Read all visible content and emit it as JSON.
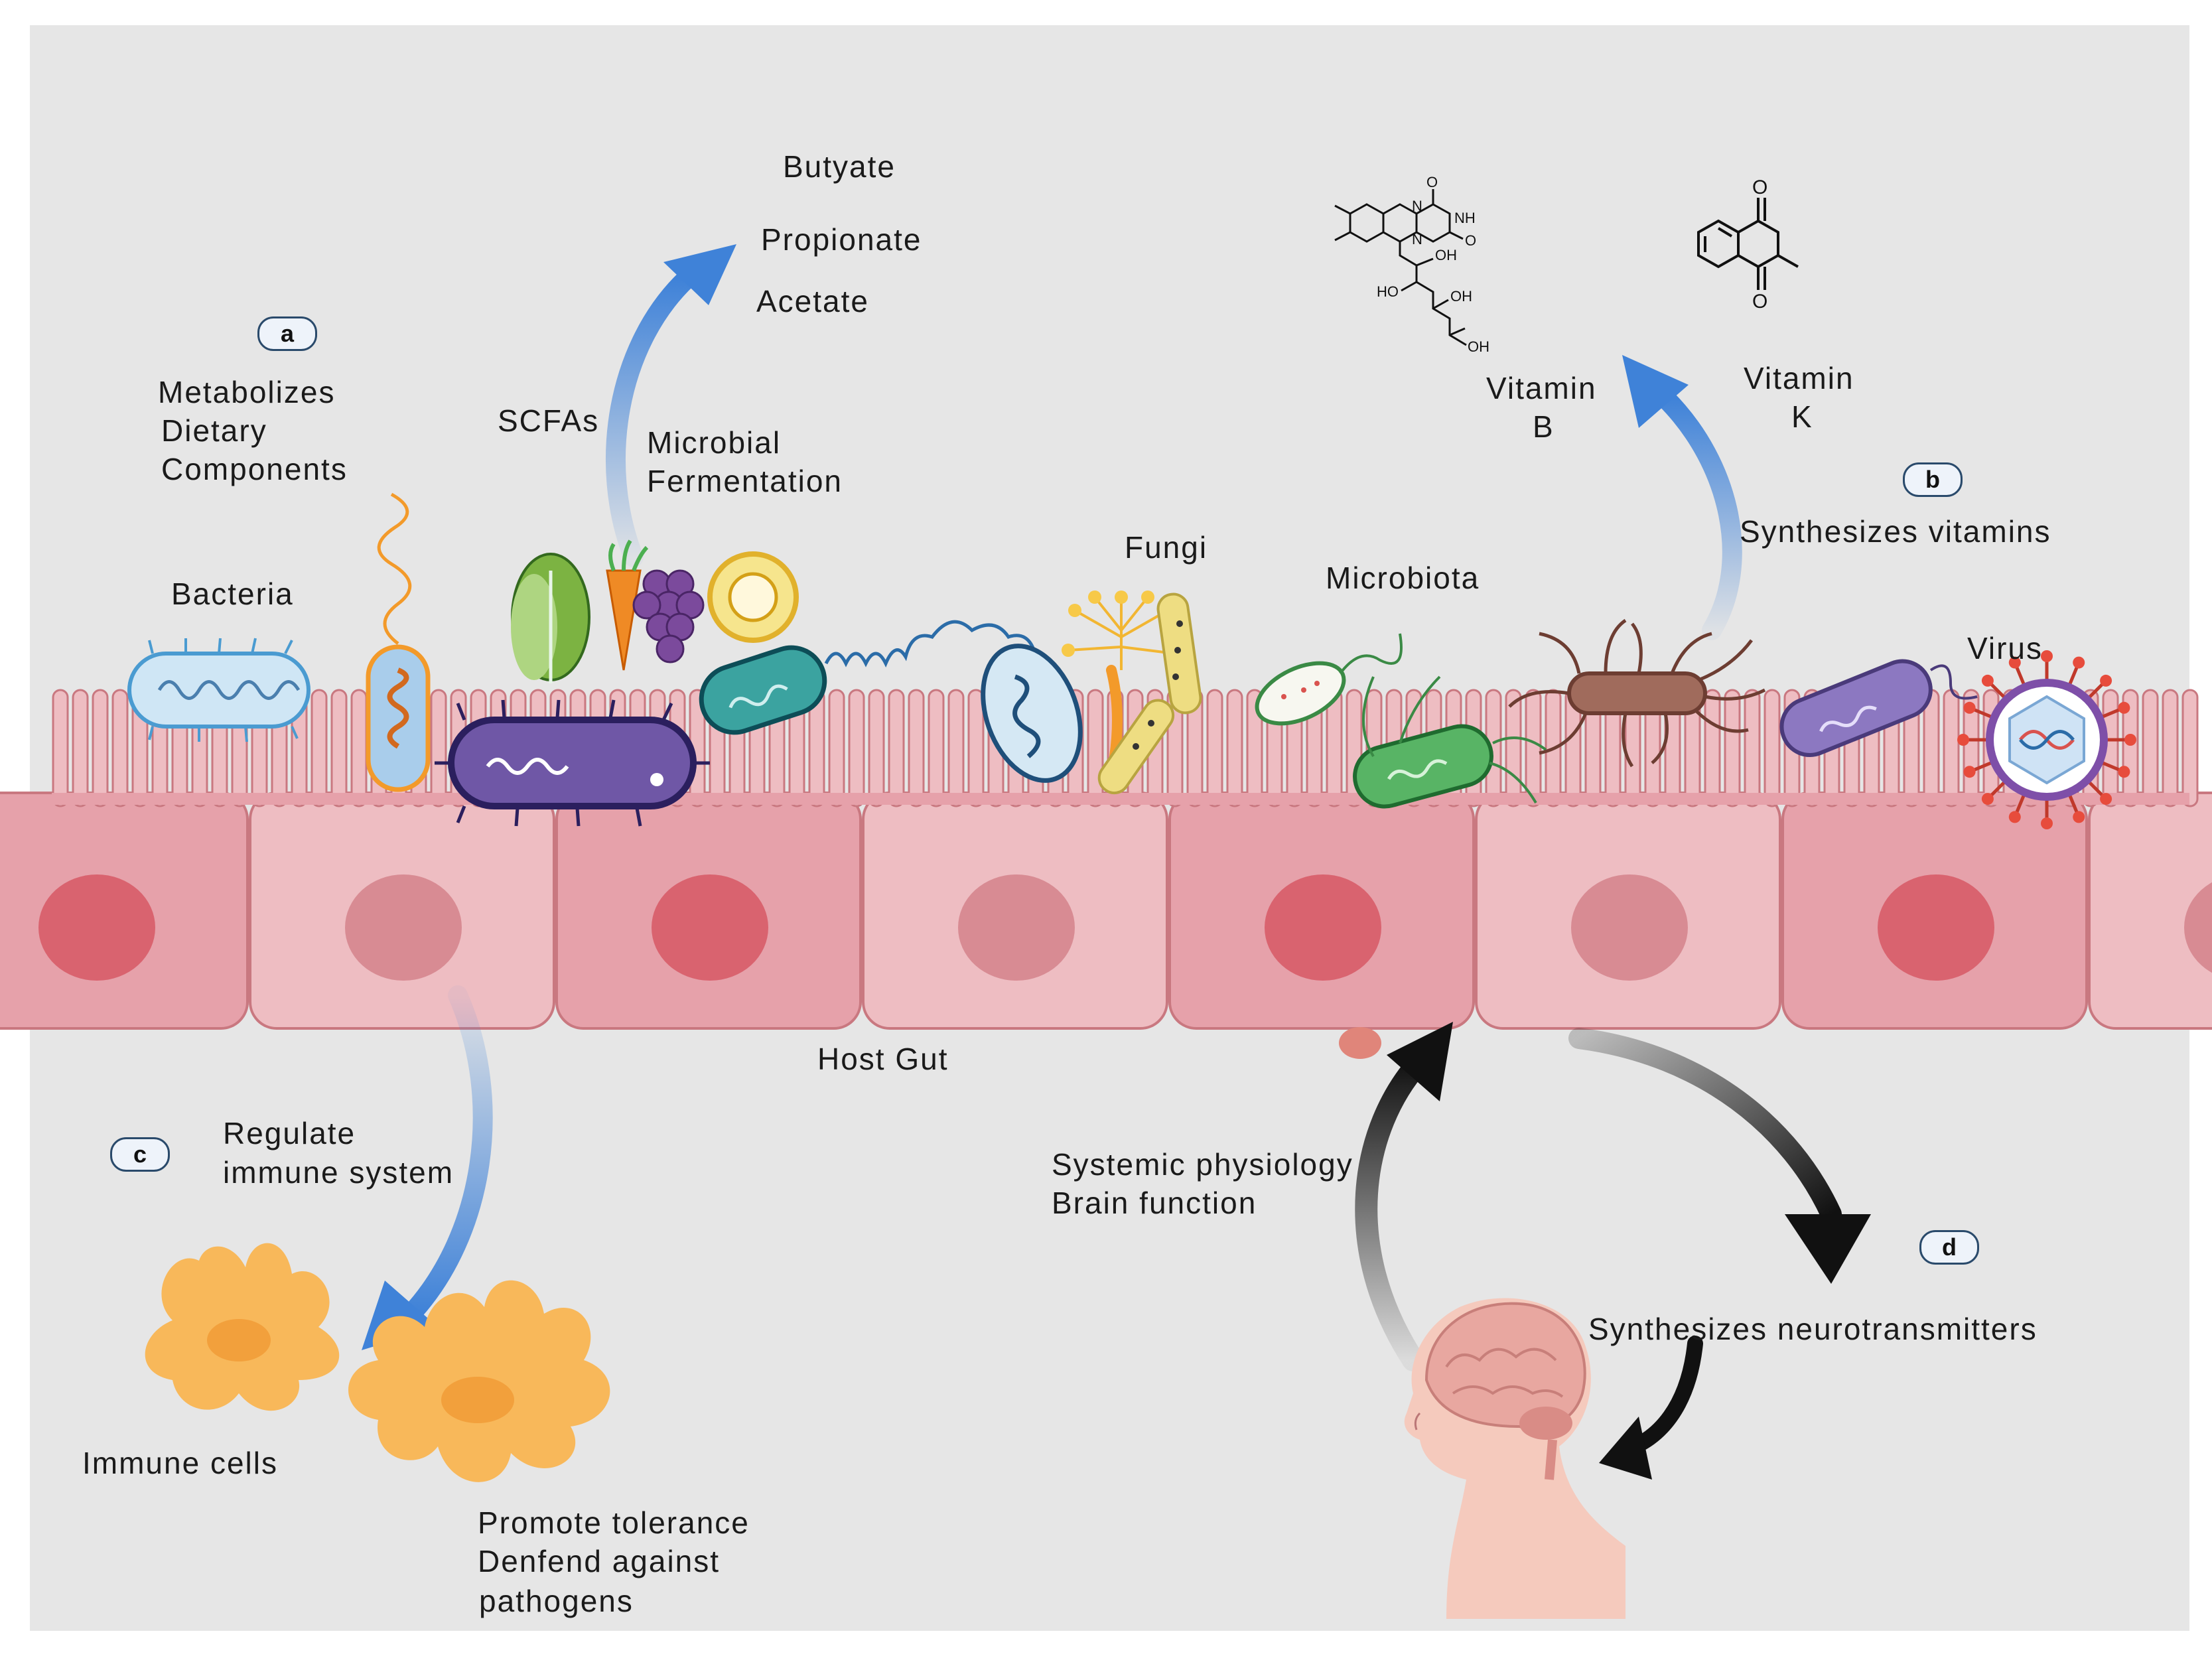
{
  "panel_a": {
    "badge": "a",
    "lines": [
      "Metabolizes",
      "Dietary",
      "Components"
    ],
    "bacteria": "Bacteria",
    "scfas": "SCFAs",
    "fermentation": [
      "Microbial",
      "Fermentation"
    ],
    "products": [
      "Butyate",
      "Propionate",
      "Acetate"
    ]
  },
  "panel_b": {
    "badge": "b",
    "label": "Synthesizes vitamins",
    "vitamin_b": [
      "Vitamin",
      "B"
    ],
    "vitamin_k": [
      "Vitamin",
      "K"
    ],
    "chem_atoms": [
      "O",
      "NH",
      "N",
      "N",
      "O",
      "OH",
      "HO",
      "OH",
      "OH",
      "O",
      "O"
    ]
  },
  "panel_c": {
    "badge": "c",
    "lines": [
      "Regulate",
      "immune system"
    ],
    "immune_cells": "Immune cells",
    "effects": [
      "Promote tolerance",
      "Denfend against",
      "pathogens"
    ]
  },
  "panel_d": {
    "badge": "d",
    "systemic": [
      "Systemic physiology",
      "Brain function"
    ],
    "neuro": "Synthesizes neurotransmitters"
  },
  "labels": {
    "fungi": "Fungi",
    "microbiota": "Microbiota",
    "virus": "Virus",
    "host_gut": "Host Gut"
  },
  "colors": {
    "background": "#e6e6e6",
    "cell_dark": "#e6a1aa",
    "cell_light": "#eebdc2",
    "nucleus_dark": "#d9636f",
    "nucleus_light": "#d88b93",
    "arrow_blue": "#3f82d8",
    "immune_cell": "#f8b85a"
  }
}
